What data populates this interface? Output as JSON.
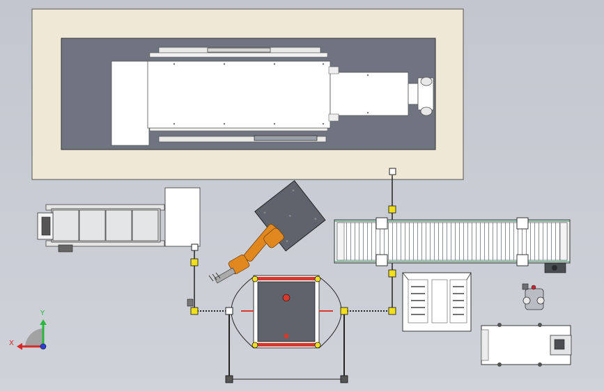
{
  "viewport": {
    "title": ""
  },
  "colors": {
    "background": "#c9ccd4",
    "enclosure": "#efe8d6",
    "inner_panel": "#6f7480",
    "machine_body": "#ffffff",
    "robot_orange": "#e0871e",
    "plate_dark": "#5f636b",
    "marker_yellow": "#f2df1b",
    "rail_red": "#d8372b",
    "axis_x": "#d62a2a",
    "axis_y": "#2bb640",
    "axis_z": "#2a3fd6",
    "triad_grey": "#9a9a9a"
  },
  "triad": {
    "x_label": "X",
    "y_label": "Y"
  },
  "components": [
    {
      "name": "large-machine-enclosure"
    },
    {
      "name": "left-conveyor-module"
    },
    {
      "name": "robot-arm"
    },
    {
      "name": "rotary-positioner-table"
    },
    {
      "name": "belt-conveyor"
    },
    {
      "name": "parts-rack"
    },
    {
      "name": "gripper-tool"
    },
    {
      "name": "motor-unit"
    }
  ]
}
